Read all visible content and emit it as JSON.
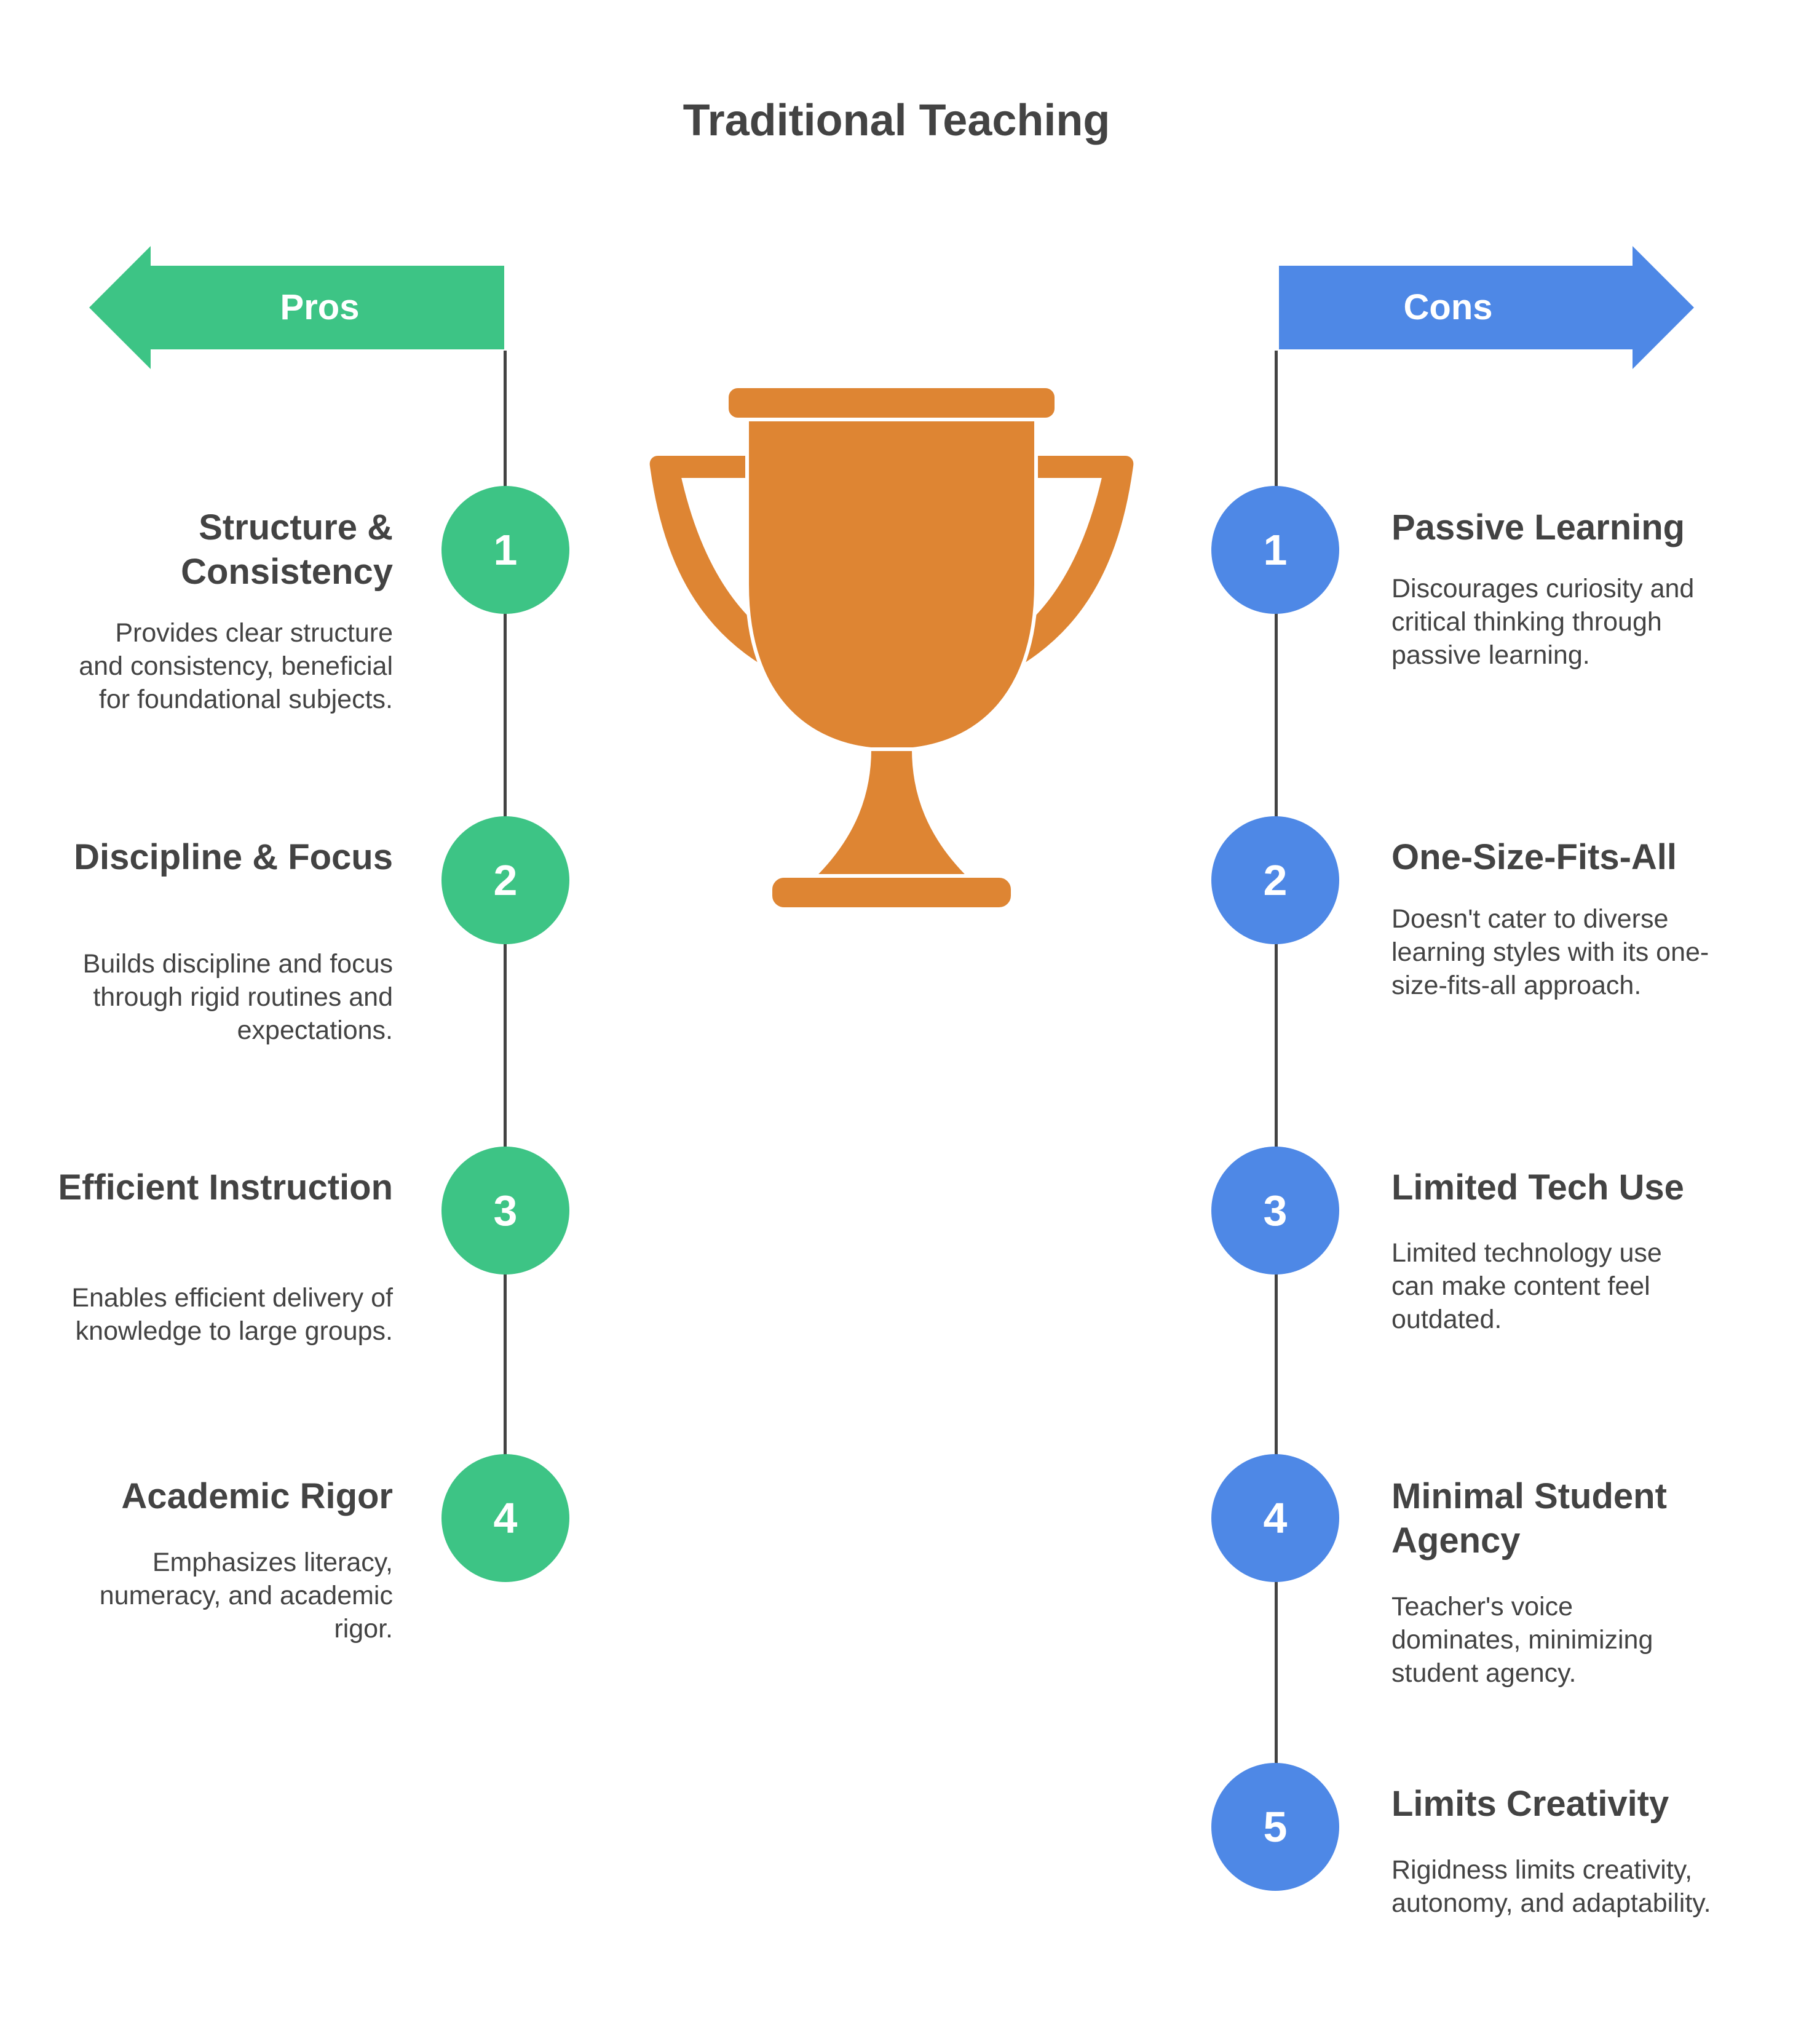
{
  "title": "Traditional Teaching",
  "pros_label": "Pros",
  "cons_label": "Cons",
  "colors": {
    "pros": "#3dc485",
    "cons": "#4e88e6",
    "trophy": "#de8533",
    "text": "#434343"
  },
  "trophy_icon": "trophy-icon",
  "pros": [
    {
      "number": "1",
      "title": "Structure & Consistency",
      "description": "Provides clear structure and consistency, beneficial for foundational subjects."
    },
    {
      "number": "2",
      "title": "Discipline & Focus",
      "description": "Builds discipline and focus through rigid routines and expectations."
    },
    {
      "number": "3",
      "title": "Efficient Instruction",
      "description": "Enables efficient delivery of knowledge to large groups."
    },
    {
      "number": "4",
      "title": "Academic Rigor",
      "description": "Emphasizes literacy, numeracy, and academic rigor."
    }
  ],
  "cons": [
    {
      "number": "1",
      "title": "Passive Learning",
      "description": "Discourages curiosity and critical thinking through passive learning."
    },
    {
      "number": "2",
      "title": "One-Size-Fits-All",
      "description": "Doesn't cater to diverse learning styles with its one-size-fits-all approach."
    },
    {
      "number": "3",
      "title": "Limited Tech Use",
      "description": "Limited technology use can make content feel outdated."
    },
    {
      "number": "4",
      "title": "Minimal Student Agency",
      "description": "Teacher's voice dominates, minimizing student agency."
    },
    {
      "number": "5",
      "title": "Limits Creativity",
      "description": "Rigidness limits creativity, autonomy, and adaptability."
    }
  ]
}
